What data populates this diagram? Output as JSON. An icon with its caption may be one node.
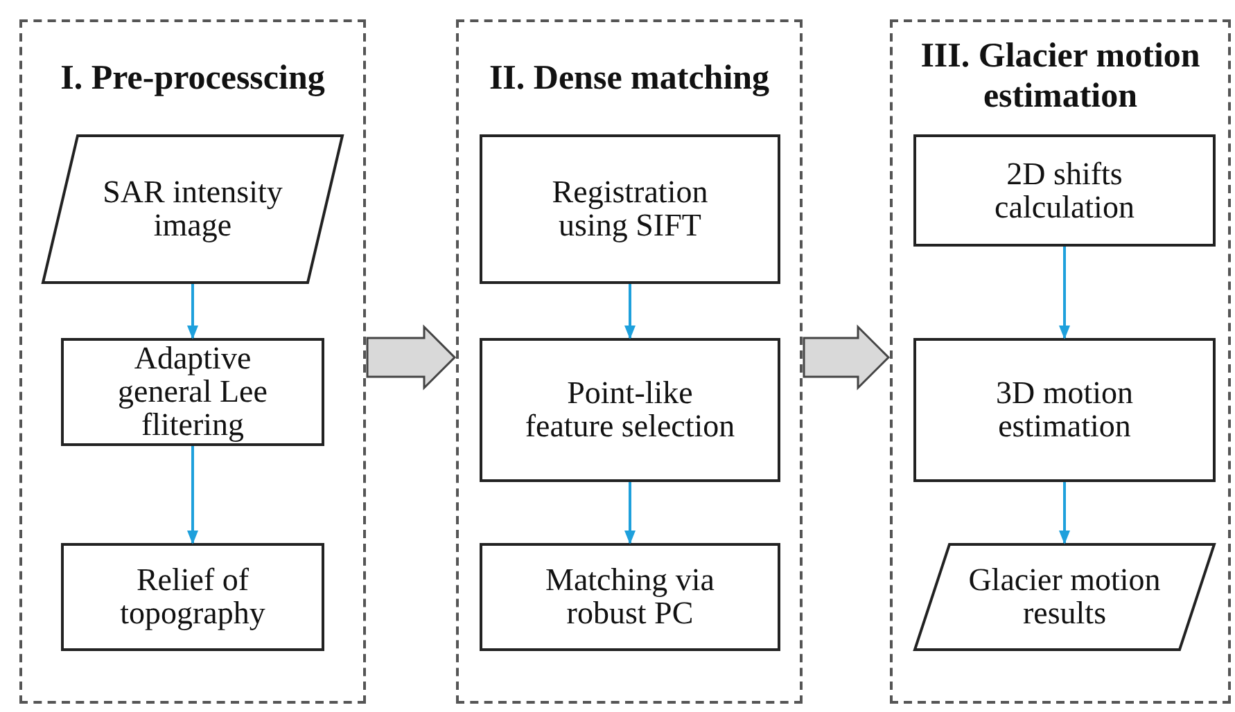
{
  "diagram": {
    "nodes": [
      {
        "text": [
          "I. Pre-processcing"
        ]
      },
      {
        "text": [
          "SAR intensity image"
        ],
        "in": 0
      },
      {
        "text": [
          "Adaptive general Lee flitering"
        ],
        "in": 0
      },
      {
        "text": [
          "Relief of topography"
        ],
        "in": 0
      },
      {
        "text": [
          "II. Dense matching"
        ]
      },
      {
        "text": [
          "Registration using SIFT"
        ],
        "in": 4
      },
      {
        "text": [
          "Point-like feature selection"
        ],
        "in": 4
      },
      {
        "text": [
          "Matching via robust PC"
        ],
        "in": 4
      },
      {
        "text": [
          "III. Glacier motion estimation"
        ]
      },
      {
        "text": [
          "2D shifts calculation"
        ],
        "in": 8
      },
      {
        "text": [
          "3D motion estimation"
        ],
        "in": 8
      },
      {
        "text": [
          "Glacier motion results"
        ],
        "in": 8
      }
    ],
    "edges": [
      {
        "from": 1,
        "to": 2,
        "arrow": "to"
      },
      {
        "from": 2,
        "to": 3,
        "arrow": "to"
      },
      {
        "from": 0,
        "to": 4,
        "arrow": "to",
        "style": "thick",
        "color": "#d9d9d9"
      },
      {
        "from": 5,
        "to": 6,
        "arrow": "to"
      },
      {
        "from": 6,
        "to": 7,
        "arrow": "to"
      },
      {
        "from": 4,
        "to": 8,
        "arrow": "to",
        "style": "thick",
        "color": "#d9d9d9"
      },
      {
        "from": 9,
        "to": 10,
        "arrow": "to"
      },
      {
        "from": 10,
        "to": 11,
        "arrow": "to"
      }
    ]
  }
}
